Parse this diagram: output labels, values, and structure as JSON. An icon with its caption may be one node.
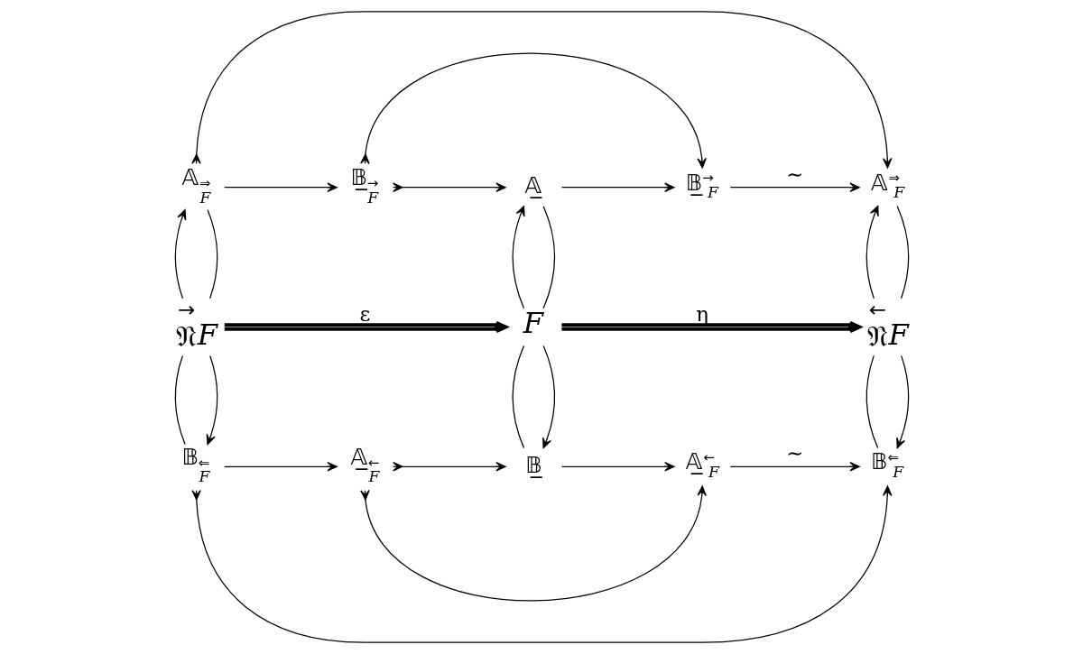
{
  "diagram": {
    "nodes": [
      {
        "text": [
          "𝔸$_{⇒F}$"
        ]
      },
      {
        "text": [
          "𝔹̲$_{→F}$"
        ]
      },
      {
        "text": [
          "𝔸̲"
        ]
      },
      {
        "text": [
          "𝔹̲$^{→F}$"
        ]
      },
      {
        "text": [
          "𝔸$^{⇒F}$"
        ]
      },
      {
        "text": [
          "→𝔑F"
        ]
      },
      {
        "text": [
          "F"
        ]
      },
      {
        "text": [
          "←𝔑F"
        ]
      },
      {
        "text": [
          "𝔹$_{⇐F}$"
        ]
      },
      {
        "text": [
          "𝔸̲$_{←F}$"
        ]
      },
      {
        "text": [
          "𝔹̲"
        ]
      },
      {
        "text": [
          "𝔸̲$^{←F}$"
        ]
      },
      {
        "text": [
          "𝔹$^{⇐F}$"
        ]
      }
    ],
    "edges": [
      {
        "from": 0,
        "to": 1,
        "arrow": "to"
      },
      {
        "from": 1,
        "to": 2,
        "arrow": "to"
      },
      {
        "from": 2,
        "to": 3,
        "arrow": "to"
      },
      {
        "from": 3,
        "to": 4,
        "arrow": "to",
        "label": "∼"
      },
      {
        "from": 0,
        "to": 4,
        "arrow": "to"
      },
      {
        "from": 1,
        "to": 3,
        "arrow": "to"
      },
      {
        "from": 0,
        "to": 5,
        "arrow": "none"
      },
      {
        "from": 5,
        "to": 0,
        "arrow": "to"
      },
      {
        "from": 2,
        "to": 6,
        "arrow": "none"
      },
      {
        "from": 6,
        "to": 2,
        "arrow": "to"
      },
      {
        "from": 4,
        "to": 7,
        "arrow": "none"
      },
      {
        "from": 7,
        "to": 4,
        "arrow": "to"
      },
      {
        "from": 5,
        "to": 6,
        "arrow": "to",
        "label": "ε",
        "style": "thick"
      },
      {
        "from": 6,
        "to": 7,
        "arrow": "to",
        "label": "η",
        "style": "thick"
      },
      {
        "from": 5,
        "to": 8,
        "arrow": "to"
      },
      {
        "from": 8,
        "to": 5,
        "arrow": "none"
      },
      {
        "from": 6,
        "to": 10,
        "arrow": "to"
      },
      {
        "from": 10,
        "to": 6,
        "arrow": "none"
      },
      {
        "from": 7,
        "to": 12,
        "arrow": "to"
      },
      {
        "from": 12,
        "to": 7,
        "arrow": "none"
      },
      {
        "from": 8,
        "to": 9,
        "arrow": "to"
      },
      {
        "from": 9,
        "to": 10,
        "arrow": "to"
      },
      {
        "from": 10,
        "to": 11,
        "arrow": "to"
      },
      {
        "from": 11,
        "to": 12,
        "arrow": "to",
        "label": "∼"
      },
      {
        "from": 8,
        "to": 12,
        "arrow": "to"
      },
      {
        "from": 9,
        "to": 11,
        "arrow": "to"
      }
    ]
  }
}
